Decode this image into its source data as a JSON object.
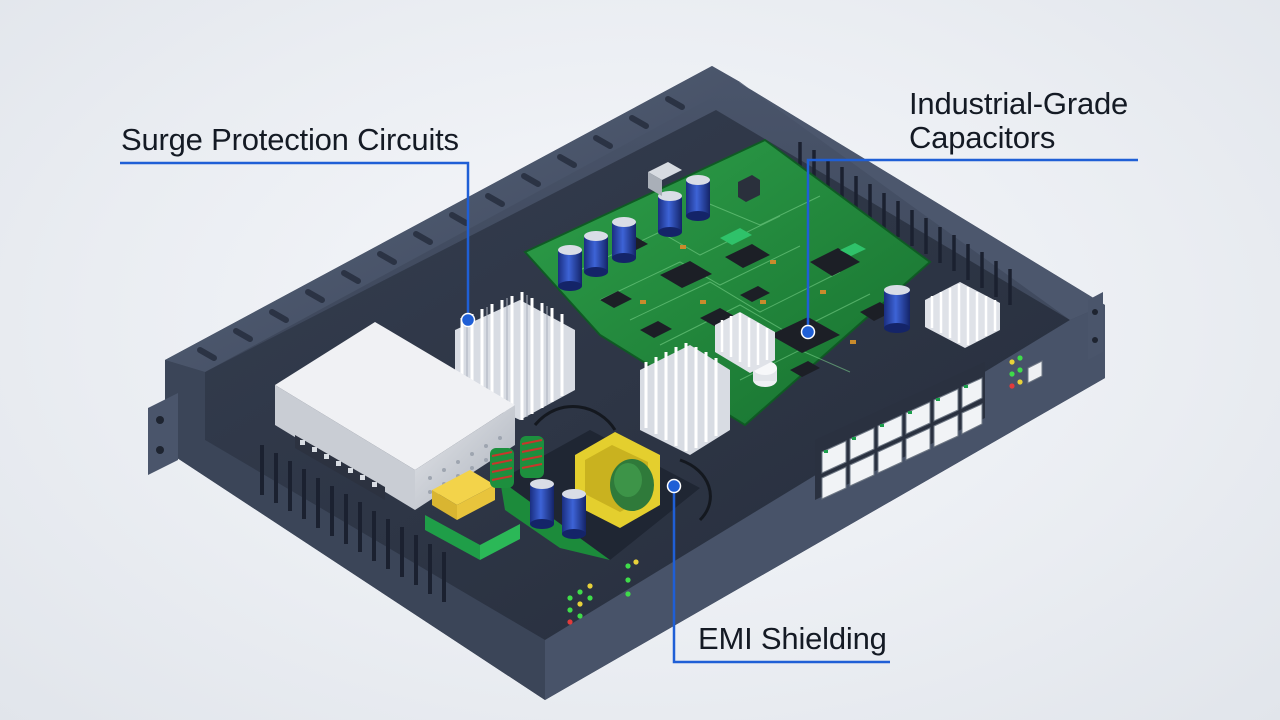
{
  "callouts": {
    "surge": {
      "text": "Surge Protection Circuits"
    },
    "capacitors": {
      "line1": "Industrial-Grade",
      "line2": "Capacitors"
    },
    "emi": {
      "text": "EMI Shielding"
    }
  },
  "colors": {
    "leader": "#1f5fd6",
    "chassis": "#3f4a5e",
    "chassis_light": "#56627a",
    "chassis_dark": "#2b3344",
    "pcb": "#1f8a3a",
    "heatsink": "#e6e9ee",
    "capacitor": "#1e3fa8",
    "background": "#eef1f5"
  },
  "icons": {
    "pcb": "circuit-board-icon",
    "heatsink": "heatsink-fins-icon",
    "capacitor": "capacitor-icon",
    "ethernet": "rj45-port-icon",
    "psu": "power-supply-module-icon"
  }
}
